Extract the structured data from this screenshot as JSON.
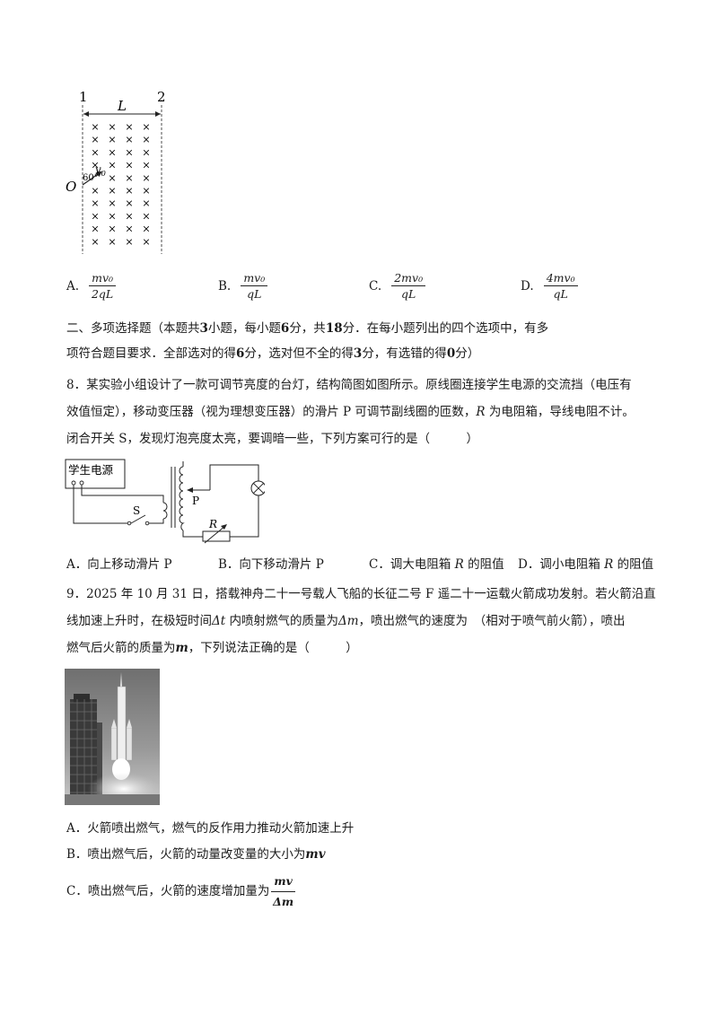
{
  "fig1": {
    "label1": "1",
    "label2": "2",
    "labelL": "L",
    "labelO": "O",
    "angle": "60°",
    "velocity": "v",
    "velocity_sub": "0",
    "cross": "×"
  },
  "q7_options": [
    {
      "letter": "A.",
      "num": "mv₀",
      "den": "2qL"
    },
    {
      "letter": "B.",
      "num": "mv₀",
      "den": "qL"
    },
    {
      "letter": "C.",
      "num": "2mv₀",
      "den": "qL"
    },
    {
      "letter": "D.",
      "num": "4mv₀",
      "den": "qL"
    }
  ],
  "section2": {
    "line1_a": "二、多项选择题（本题共",
    "line1_b": "3",
    "line1_c": "小题，每小题",
    "line1_d": "6",
    "line1_e": "分，共",
    "line1_f": "18",
    "line1_g": "分．在每小题列出的四个选项中，有多",
    "line2_a": "项符合题目要求．全部选对的得",
    "line2_b": "6",
    "line2_c": "分，选对但不全的得",
    "line2_d": "3",
    "line2_e": "分，有选错的得",
    "line2_f": "0",
    "line2_g": "分）"
  },
  "q8": {
    "line1": "8．某实验小组设计了一款可调节亮度的台灯，结构简图如图所示。原线圈连接学生电源的交流挡（电压有",
    "line2_a": "效值恒定），移动变压器（视为理想变压器）的滑片 P 可调节副线圈的匝数，",
    "line2_R": "R",
    "line2_b": " 为电阻箱，导线电阻不计。",
    "line3": "闭合开关 S，发现灯泡亮度太亮，要调暗一些，下列方案可行的是（　　　）",
    "circuit_power": "学生电源",
    "circuit_S": "S",
    "circuit_P": "P",
    "circuit_R": "R",
    "options": [
      {
        "text": "A．向上移动滑片 P"
      },
      {
        "text": "B．向下移动滑片 P"
      },
      {
        "text_a": "C．调大电阻箱 ",
        "R": "R",
        "text_b": " 的阻值"
      },
      {
        "text_a": "D．调小电阻箱 ",
        "R": "R",
        "text_b": " 的阻值"
      }
    ]
  },
  "q9": {
    "line1": "9．2025 年 10 月 31 日，搭载神舟二十一号载人飞船的长征二号 F 遥二十一运载火箭成功发射。若火箭沿直",
    "line2_a": "线加速上升时，在极短时间",
    "line2_dt": "Δt",
    "line2_b": " 内喷射燃气的质量为",
    "line2_dm": "Δm",
    "line2_c": "，喷出燃气的速度为　（相对于喷气前火箭），喷出",
    "line3_a": "燃气后火箭的质量为",
    "line3_m": "m",
    "line3_b": "，下列说法正确的是（　　　）",
    "optA": "A．火箭喷出燃气，燃气的反作用力推动火箭加速上升",
    "optB_a": "B．喷出燃气后，火箭的动量改变量的大小为",
    "optB_m": "mv",
    "optC_a": "C．喷出燃气后，火箭的速度增加量为",
    "optC_num": "mv",
    "optC_den": "Δm"
  }
}
